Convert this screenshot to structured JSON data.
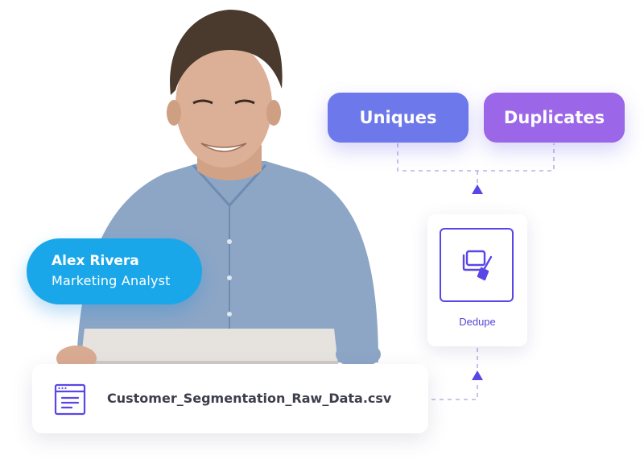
{
  "outputs": {
    "uniques_label": "Uniques",
    "duplicates_label": "Duplicates",
    "uniques_color": "#6d78ea",
    "duplicates_color": "#9b66e8"
  },
  "process": {
    "label": "Dedupe",
    "icon": "dedupe-broom-icon",
    "accent_color": "#5847e6"
  },
  "profile": {
    "name": "Alex Rivera",
    "role": "Marketing Analyst",
    "color": "#1aa7e9"
  },
  "file": {
    "name": "Customer_Segmentation_Raw_Data.csv",
    "icon": "document-window-icon"
  }
}
